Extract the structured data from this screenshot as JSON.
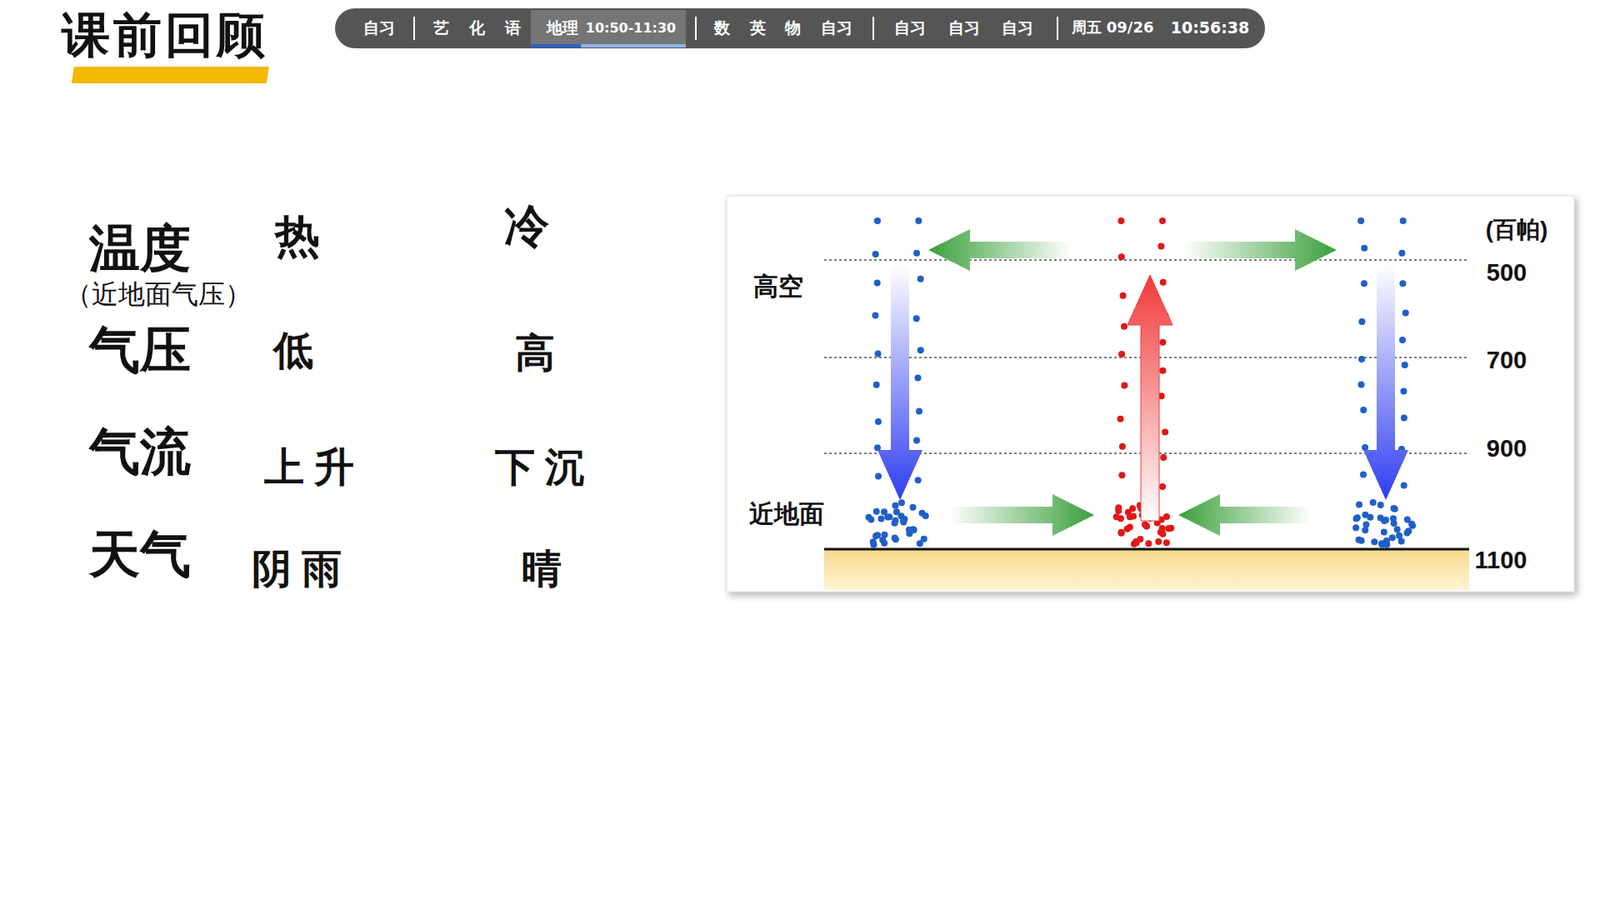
{
  "diagram": {
    "title": "课前回顾",
    "labels": [
      "自习",
      "艺",
      "化",
      "语",
      "地理",
      "10:50-11:30",
      "数",
      "英",
      "物",
      "自习",
      "自习",
      "自习",
      "自习",
      "周五 09/26",
      "10:56:38",
      "温度",
      "热",
      "冷",
      "（近地面气压）",
      "气压",
      "低",
      "高",
      "气流",
      "上升",
      "下沉",
      "天气",
      "阴雨",
      "晴",
      "高空",
      "近地面",
      "(百帕)",
      "500",
      "700",
      "900",
      "1100"
    ]
  }
}
